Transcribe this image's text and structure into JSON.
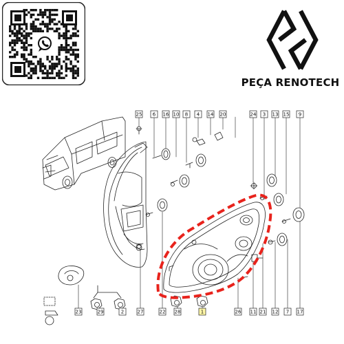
{
  "brand": {
    "name": "PEÇA RENOTECH",
    "logo_icon": "renault-diamond-logo",
    "qr_icon": "whatsapp-qr-code",
    "whatsapp_icon": "whatsapp-icon"
  },
  "colors": {
    "highlight": "#e8231c",
    "line": "#222222",
    "callout_yellow": "#fff7a8"
  },
  "diagram": {
    "top_callouts": [
      {
        "id": "top-25",
        "label": "25"
      },
      {
        "id": "top-6",
        "label": "6"
      },
      {
        "id": "top-16",
        "label": "16"
      },
      {
        "id": "top-10",
        "label": "10"
      },
      {
        "id": "top-8",
        "label": "8"
      },
      {
        "id": "top-4",
        "label": "4"
      },
      {
        "id": "top-14",
        "label": "14"
      },
      {
        "id": "top-20",
        "label": "20"
      },
      {
        "id": "top-24",
        "label": "24"
      },
      {
        "id": "top-3",
        "label": "3"
      },
      {
        "id": "top-13",
        "label": "13"
      },
      {
        "id": "top-15",
        "label": "15"
      },
      {
        "id": "top-9",
        "label": "9"
      }
    ],
    "bottom_callouts": [
      {
        "id": "bot-23",
        "label": "23"
      },
      {
        "id": "bot-29",
        "label": "29"
      },
      {
        "id": "bot-2",
        "label": "2"
      },
      {
        "id": "bot-27",
        "label": "27"
      },
      {
        "id": "bot-22",
        "label": "22"
      },
      {
        "id": "bot-28",
        "label": "28"
      },
      {
        "id": "bot-1",
        "label": "1"
      },
      {
        "id": "bot-26",
        "label": "26"
      },
      {
        "id": "bot-11",
        "label": "11"
      },
      {
        "id": "bot-21",
        "label": "21"
      },
      {
        "id": "bot-12",
        "label": "12"
      },
      {
        "id": "bot-7",
        "label": "7"
      },
      {
        "id": "bot-17",
        "label": "17"
      }
    ]
  }
}
